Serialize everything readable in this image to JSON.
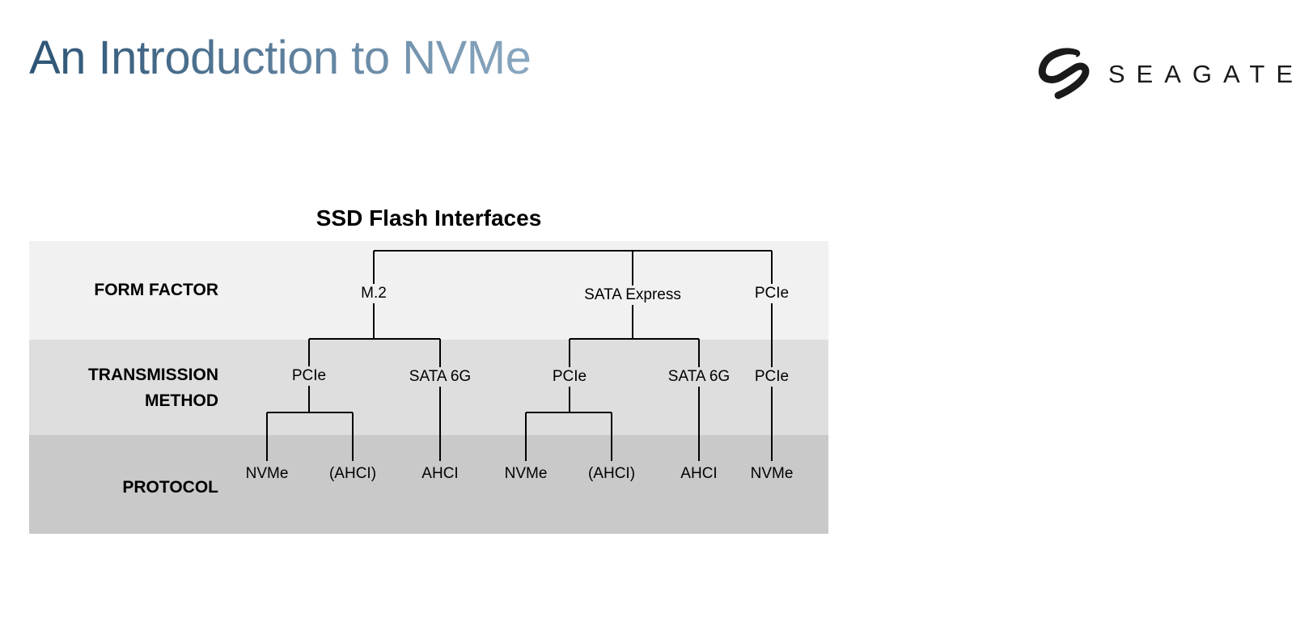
{
  "header": {
    "title": "An Introduction to NVMe",
    "logo_text": "SEAGATE"
  },
  "diagram": {
    "title": "SSD Flash Interfaces",
    "rows": [
      {
        "label": "FORM FACTOR"
      },
      {
        "label": "TRANSMISSION\nMETHOD"
      },
      {
        "label": "PROTOCOL"
      }
    ],
    "form_factors": [
      "M.2",
      "SATA Express",
      "PCIe"
    ],
    "transmission": [
      "PCIe",
      "SATA 6G",
      "PCIe",
      "SATA 6G",
      "PCIe"
    ],
    "protocols": [
      "NVMe",
      "(AHCI)",
      "AHCI",
      "NVMe",
      "(AHCI)",
      "AHCI",
      "NVMe"
    ]
  },
  "colors": {
    "title_gradient_start": "#2d5475",
    "title_gradient_end": "#8aa8c0",
    "band_form_factor": "#f1f1f1",
    "band_transmission": "#dedede",
    "band_protocol": "#c9c9c9"
  }
}
